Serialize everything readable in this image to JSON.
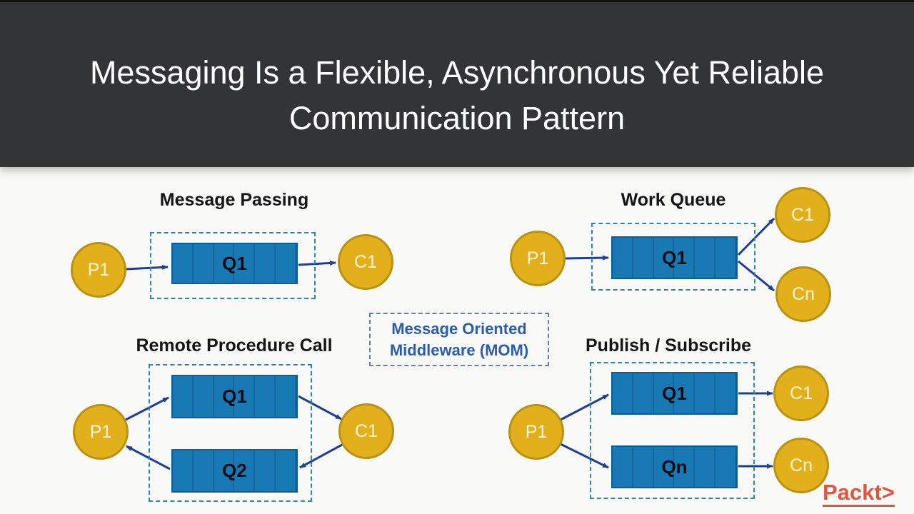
{
  "slide": {
    "title_line1": "Messaging Is a Flexible, Asynchronous Yet Reliable",
    "title_line2": "Communication Pattern"
  },
  "diagrams": {
    "message_passing": {
      "title": "Message Passing",
      "producer": "P1",
      "queue": "Q1",
      "consumer": "C1"
    },
    "work_queue": {
      "title": "Work Queue",
      "producer": "P1",
      "queue": "Q1",
      "consumer1": "C1",
      "consumer2": "Cn"
    },
    "rpc": {
      "title": "Remote Procedure Call",
      "producer": "P1",
      "queue1": "Q1",
      "queue2": "Q2",
      "consumer": "C1"
    },
    "pubsub": {
      "title": "Publish / Subscribe",
      "producer": "P1",
      "queue1": "Q1",
      "queue2": "Qn",
      "consumer1": "C1",
      "consumer2": "Cn"
    },
    "mom": {
      "line1": "Message Oriented",
      "line2": "Middleware (MOM)"
    }
  },
  "branding": {
    "logo_text": "Packt>"
  },
  "colors": {
    "header_bg": "#333436",
    "body_bg": "#f9f9f8",
    "title_text": "#ffffff",
    "node_fill": "#e2b01b",
    "node_border": "#ba9110",
    "node_text": "#faf3dc",
    "queue_fill": "#1879b5",
    "queue_border": "#0e5e94",
    "queue_label_text": "#0d0d12",
    "diagram_box_border": "#2e86ad",
    "mom_box_border": "#6a7da0",
    "mom_text": "#2b5cad",
    "arrow": "#1e3f96",
    "logo": "#e25540"
  }
}
